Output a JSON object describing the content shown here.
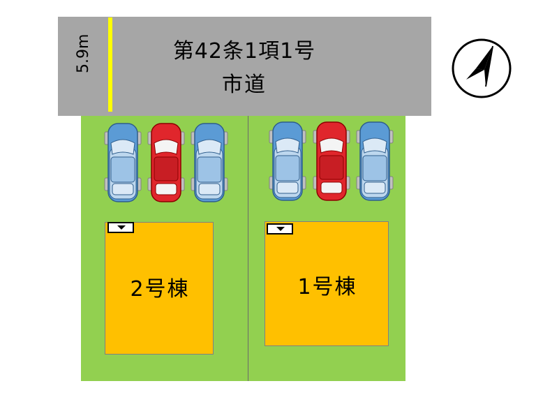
{
  "road": {
    "title": "第42条1項1号",
    "subtitle": "市道",
    "width_label": "5.9m"
  },
  "buildings": [
    {
      "label": "2号棟"
    },
    {
      "label": "1号棟"
    }
  ],
  "cars": [
    {
      "color": "blue"
    },
    {
      "color": "red"
    },
    {
      "color": "blue"
    },
    {
      "color": "blue"
    },
    {
      "color": "red"
    },
    {
      "color": "blue"
    }
  ],
  "colors": {
    "road": "#a6a6a6",
    "lot": "#92d050",
    "building": "#ffc000",
    "width_marker": "#ffff00",
    "car_blue": "#5b9bd5",
    "car_red": "#e0262c"
  },
  "north_arrow": {
    "icon": "north-arrow-icon"
  }
}
